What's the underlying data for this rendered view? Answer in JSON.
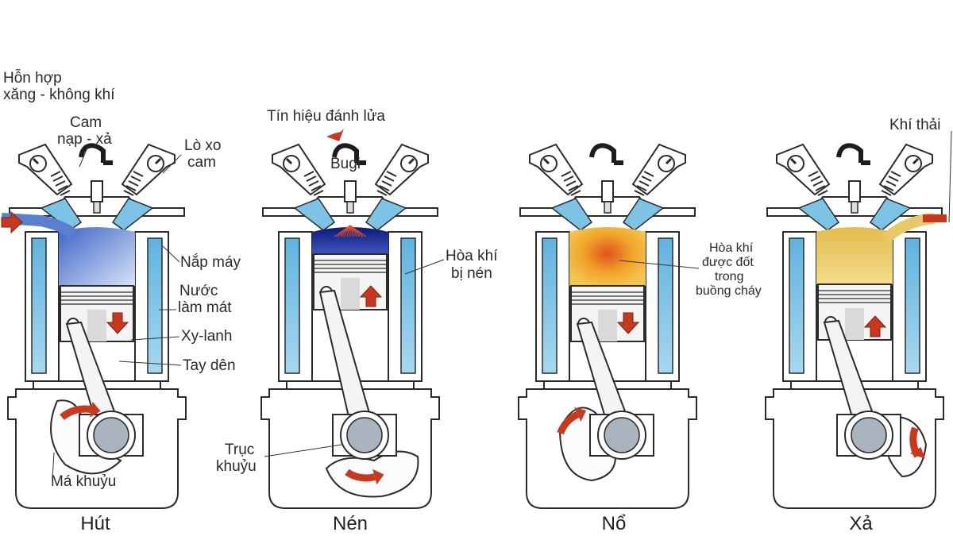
{
  "strokes": [
    {
      "id": "hut",
      "name": "Hút",
      "piston": "bottom",
      "gas": "intake",
      "arrow": "down",
      "crank": "ccw"
    },
    {
      "id": "nen",
      "name": "Nén",
      "piston": "top",
      "gas": "compressed",
      "arrow": "up",
      "crank": "cw"
    },
    {
      "id": "no",
      "name": "Nổ",
      "piston": "bottom",
      "gas": "burning",
      "arrow": "down",
      "crank": "cw"
    },
    {
      "id": "xa",
      "name": "Xả",
      "piston": "mid",
      "gas": "exhaust",
      "arrow": "up",
      "crank": "cw"
    }
  ],
  "labels": {
    "mixture_line1": "Hỗn hợp",
    "mixture_line2": "xăng - không khí",
    "cam_line1": "Cam",
    "cam_line2": "nạp - xả",
    "spring_line1": "Lò xo",
    "spring_line2": "cam",
    "cylinder_head": "Nắp máy",
    "coolant_line1": "Nước",
    "coolant_line2": "làm mát",
    "cylinder": "Xy-lanh",
    "connecting_rod": "Tay dên",
    "crank_web": "Má khuỷu",
    "ignition_signal": "Tín hiệu đánh lửa",
    "spark_plug": "Bugi",
    "compressed_line1": "Hòa khí",
    "compressed_line2": "bị nén",
    "crankshaft_line1": "Trục",
    "crankshaft_line2": "khuỷu",
    "burn_line1": "Hòa khí",
    "burn_line2": "được đốt",
    "burn_line3": "trong",
    "burn_line4": "buồng cháy",
    "exhaust_gas": "Khí thải"
  },
  "colors": {
    "outline": "#2b2b2b",
    "coolant": "#7cc3e6",
    "coolant_light": "#d3ecf8",
    "intake": "#5a7fd0",
    "compressed": "#1a2b8c",
    "burn": "#f0a52a",
    "exhaust": "#e6c35a",
    "arrow": "#c8381e",
    "metal": "#eeeeee",
    "hub": "#a9b4be"
  }
}
